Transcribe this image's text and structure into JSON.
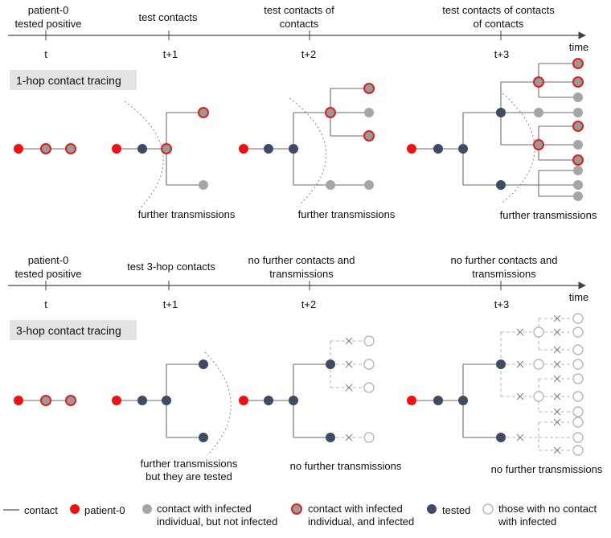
{
  "top_panel": {
    "timeline": {
      "axis_label": "time",
      "ticks": [
        "t",
        "t+1",
        "t+2",
        "t+3"
      ],
      "events": [
        [
          "patient-0",
          "tested positive"
        ],
        [
          "test contacts"
        ],
        [
          "test contacts of",
          "contacts"
        ],
        [
          "test contacts of contacts",
          "of contacts"
        ]
      ]
    },
    "title": "1-hop contact tracing",
    "annotations": [
      "further transmissions",
      "further transmissions",
      "further transmissions"
    ]
  },
  "bottom_panel": {
    "timeline": {
      "axis_label": "time",
      "ticks": [
        "t",
        "t+1",
        "t+2",
        "t+3"
      ],
      "events": [
        [
          "patient-0",
          "tested positive"
        ],
        [
          "test 3-hop contacts"
        ],
        [
          "no further contacts and",
          "transmissions"
        ],
        [
          "no further contacts and",
          "transmissions"
        ]
      ]
    },
    "title": "3-hop contact tracing",
    "annotations": [
      [
        "further transmissions",
        "but they are tested"
      ],
      [
        "no further transmissions"
      ],
      [
        "no further transmissions"
      ]
    ]
  },
  "legend": [
    {
      "symbol": "line",
      "lines": [
        "contact"
      ]
    },
    {
      "symbol": "patient0",
      "lines": [
        "patient-0"
      ]
    },
    {
      "symbol": "contact-not-infected",
      "lines": [
        "contact with infected",
        "individual, but not infected"
      ]
    },
    {
      "symbol": "contact-infected",
      "lines": [
        "contact with infected",
        "individual, and infected"
      ]
    },
    {
      "symbol": "tested",
      "lines": [
        "tested"
      ]
    },
    {
      "symbol": "no-contact",
      "lines": [
        "those with no contact",
        "with infected"
      ]
    }
  ],
  "colors": {
    "patient0": "#ee1111",
    "infected_fill": "#9a9a9a",
    "infected_ring": "#dd1f1f",
    "not_infected": "#a6a6a6",
    "tested": "#3f4b62",
    "no_contact_ring": "#b8b8b8",
    "edge": "#6a6a6a",
    "title_bg": "#e3e3e3"
  }
}
